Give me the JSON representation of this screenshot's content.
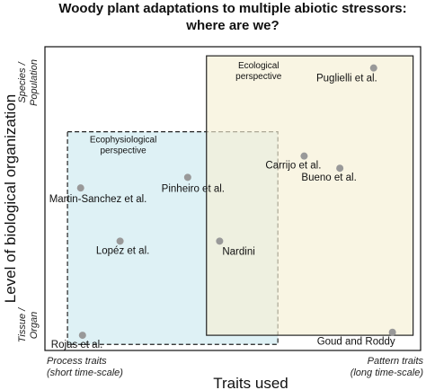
{
  "chart_data": {
    "type": "scatter",
    "title": "Woody plant adaptations to multiple abiotic stressors:\nwhere are we?",
    "xlabel": "Traits used",
    "ylabel": "Level of biological organization",
    "x_end_labels": {
      "low": "Process traits\n(short time-scale)",
      "high": "Pattern traits\n(long time-scale)"
    },
    "y_end_labels": {
      "low": "Tissue /\nOrgan",
      "high": "Species /\nPopulation"
    },
    "xlim": [
      0,
      1
    ],
    "ylim": [
      0,
      1
    ],
    "grid": false,
    "regions": [
      {
        "name": "Ecophysiological\nperspective",
        "color": "#cde9ef",
        "border": "dashed",
        "x_range": [
          0.06,
          0.62
        ],
        "y_range": [
          0.02,
          0.72
        ]
      },
      {
        "name": "Ecological\nperspective",
        "color": "#f6f0d4",
        "border": "solid",
        "x_range": [
          0.43,
          0.98
        ],
        "y_range": [
          0.05,
          0.97
        ]
      }
    ],
    "points": [
      {
        "label": "Puglielli et al.",
        "x": 0.875,
        "y": 0.93
      },
      {
        "label": "Carrijo et al.",
        "x": 0.69,
        "y": 0.64
      },
      {
        "label": "Bueno et al.",
        "x": 0.785,
        "y": 0.6
      },
      {
        "label": "Pinheiro et al.",
        "x": 0.38,
        "y": 0.57
      },
      {
        "label": "Martin-Sanchez et al.",
        "x": 0.095,
        "y": 0.535
      },
      {
        "label": "Lopéz et al.",
        "x": 0.2,
        "y": 0.36
      },
      {
        "label": "Nardini",
        "x": 0.465,
        "y": 0.36
      },
      {
        "label": "Rojas et al.",
        "x": 0.1,
        "y": 0.05
      },
      {
        "label": "Goud and Roddy",
        "x": 0.925,
        "y": 0.06
      }
    ],
    "marker_color": "#999999"
  }
}
